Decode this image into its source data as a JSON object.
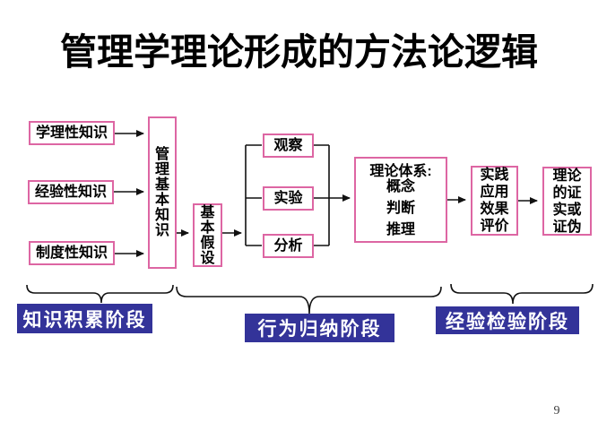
{
  "title": "管理学理论形成的方法论逻辑",
  "page_number": "9",
  "colors": {
    "box_border": "#dd66a3",
    "stage_background": "#333399",
    "stage_text": "#ffffff",
    "line": "#111111",
    "text": "#000000"
  },
  "diagram": {
    "knowledge_boxes": [
      {
        "label": "学理性知识"
      },
      {
        "label": "经验性知识"
      },
      {
        "label": "制度性知识"
      }
    ],
    "basic_knowledge": "管理基本知识",
    "basic_hypothesis": "基本假设",
    "method_boxes": [
      {
        "label": "观察"
      },
      {
        "label": "实验"
      },
      {
        "label": "分析"
      }
    ],
    "theory_system": {
      "line1": "理论体系:",
      "items": [
        "概念",
        "判断",
        "推理"
      ]
    },
    "practice_box": {
      "lines": [
        "实践",
        "应用",
        "效果",
        "评价"
      ]
    },
    "verification_box": {
      "lines": [
        "理论",
        "的证",
        "实或",
        "证伪"
      ]
    }
  },
  "stages": [
    {
      "label": "知识积累阶段"
    },
    {
      "label": "行为归纳阶段"
    },
    {
      "label": "经验检验阶段"
    }
  ]
}
